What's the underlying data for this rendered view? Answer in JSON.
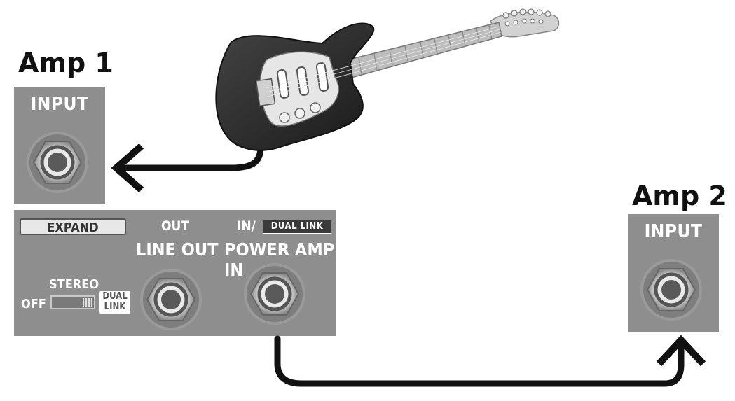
{
  "amp1": {
    "title": "Amp 1",
    "input_label": "INPUT"
  },
  "amp2": {
    "title": "Amp 2",
    "input_label": "INPUT"
  },
  "unit": {
    "expand_label": "EXPAND",
    "out_label": "OUT",
    "in_label": "IN/",
    "dual_link_badge": "DUAL LINK",
    "line_out_label": "LINE OUT",
    "power_amp_in_label": "POWER AMP IN",
    "stereo_label": "STEREO",
    "off_label": "OFF",
    "switch_dual_label_1": "DUAL",
    "switch_dual_label_2": "LINK"
  },
  "icons": {
    "guitar": "electric-guitar-icon",
    "jack": "jack-socket-icon",
    "arrow": "arrow-icon"
  },
  "colors": {
    "panel": "#8e8e8e",
    "cable": "#111111",
    "label": "#ffffff"
  }
}
